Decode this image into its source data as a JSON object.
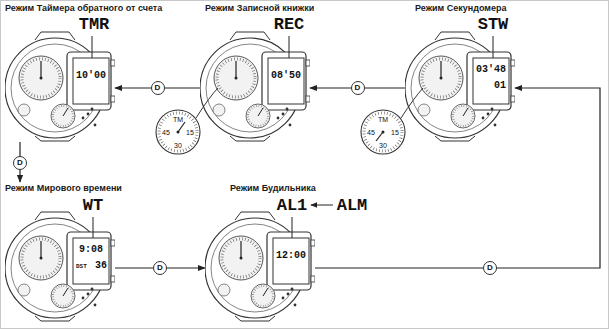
{
  "diagram": {
    "nodes": [
      {
        "text": [
          "Режим Таймера обратного от счета",
          "10'00"
        ]
      },
      {
        "text": [
          "Режим Записной книжки",
          "08'50"
        ]
      },
      {
        "text": [
          "Режим Секундомера",
          "03'48",
          "01"
        ]
      },
      {
        "text": [
          "Режим Мирового времени",
          "9:08",
          "DST",
          "36"
        ]
      },
      {
        "text": [
          "Режим Будильника",
          "12:00"
        ]
      }
    ],
    "edges": [
      {
        "from": 2,
        "to": 1,
        "label": "D",
        "arrow": "to"
      },
      {
        "from": 1,
        "to": 0,
        "label": "D",
        "arrow": "to"
      },
      {
        "from": 0,
        "to": 3,
        "label": "D",
        "arrow": "to"
      },
      {
        "from": 3,
        "to": 4,
        "label": "D",
        "arrow": "to"
      },
      {
        "from": 4,
        "to": 2,
        "label": "D",
        "arrow": "to"
      }
    ],
    "labels": [
      "TMR",
      "REC",
      "STW",
      "WT",
      "AL1",
      "ALM",
      "TM",
      "45",
      "15",
      "30",
      "TM",
      "45",
      "15",
      "30"
    ]
  }
}
